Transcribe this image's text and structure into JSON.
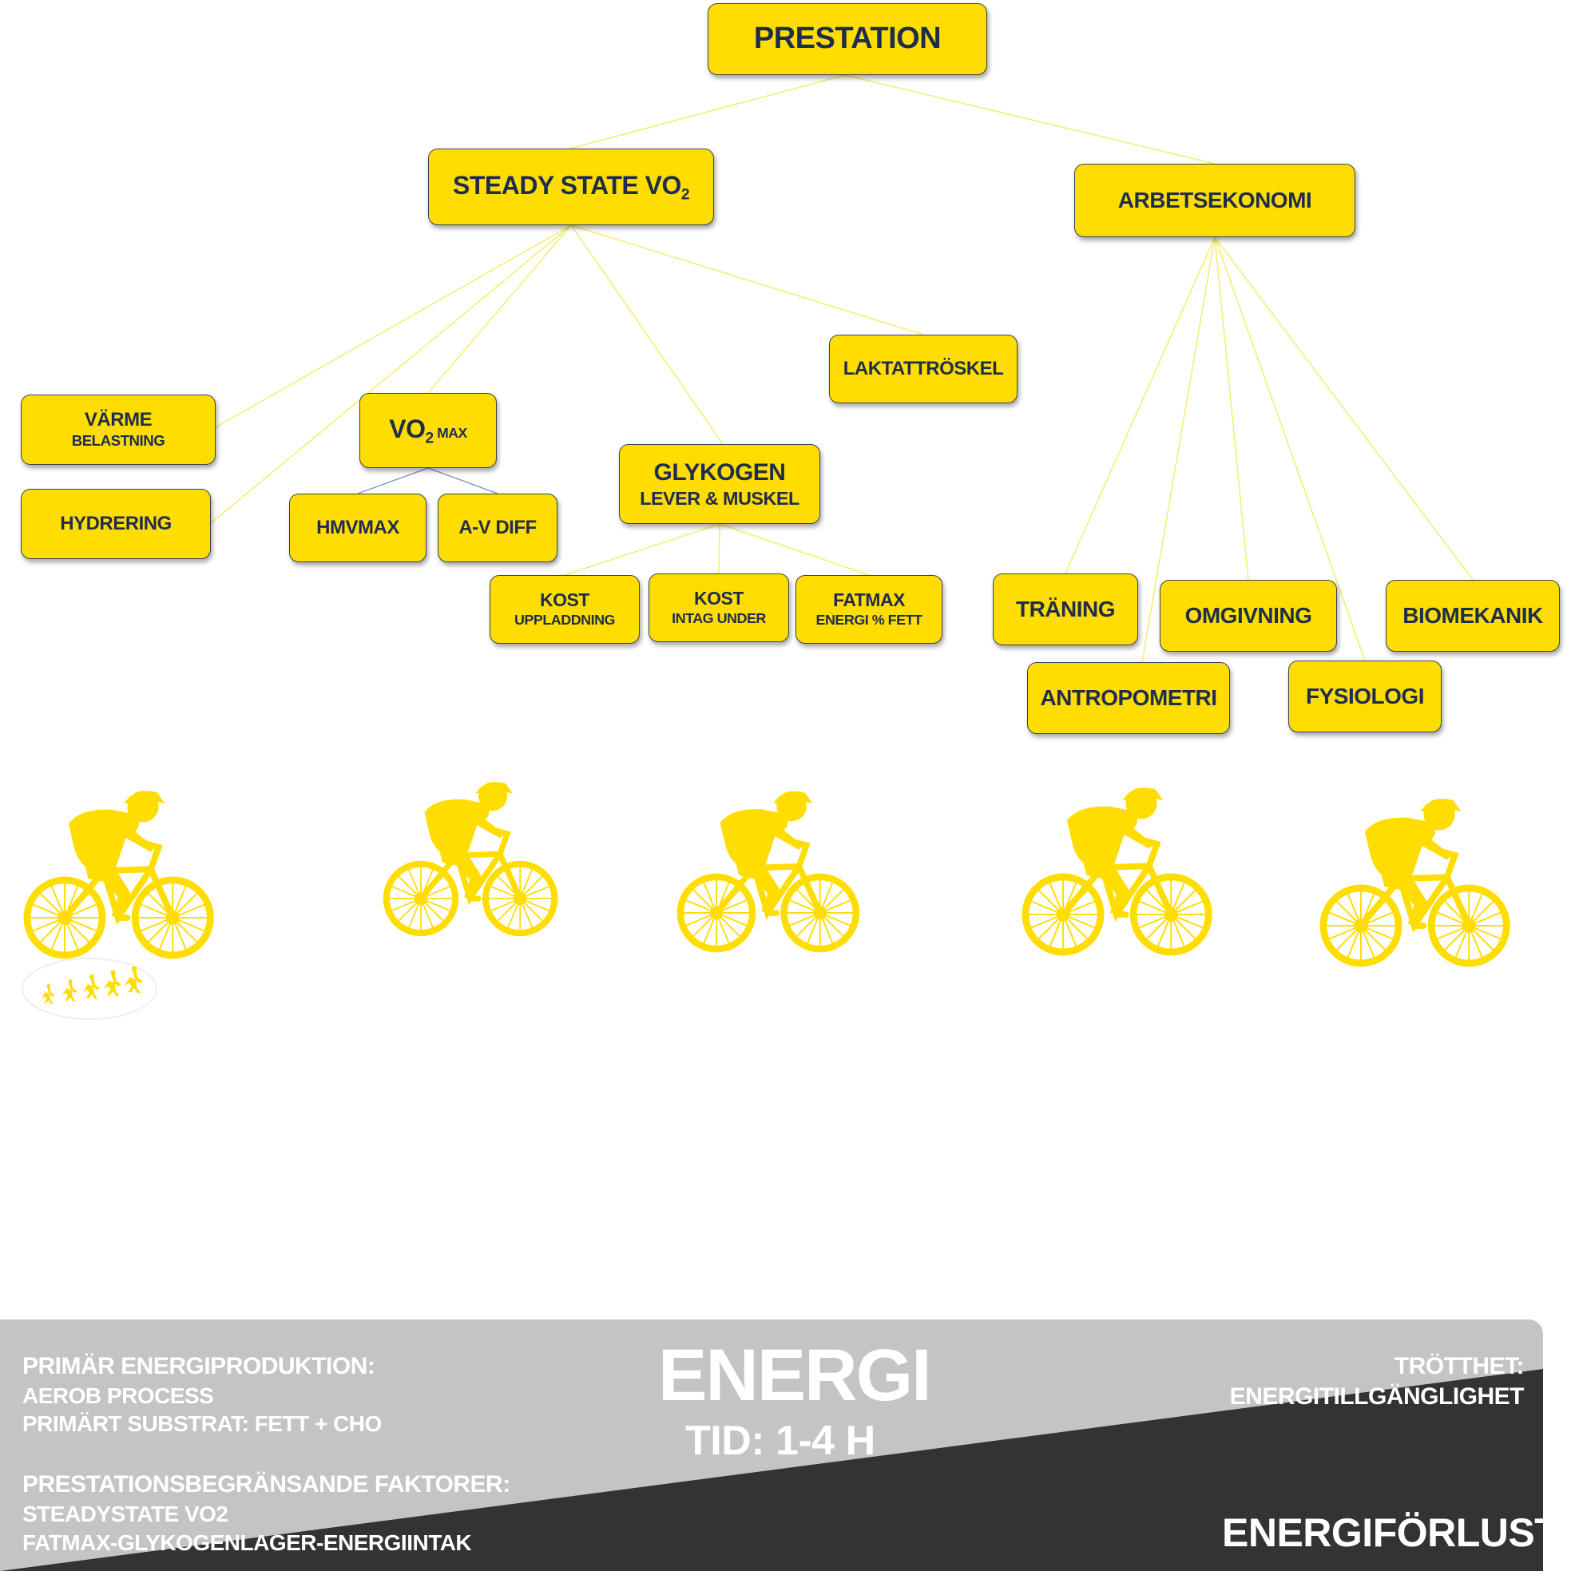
{
  "nodes": [
    {
      "id": "prestation",
      "line1": "PRESTATION"
    },
    {
      "id": "steady",
      "line1": "STEADY STATE VO",
      "sub": "2"
    },
    {
      "id": "arbetsekonomi",
      "line1": "ARBETSEKONOMI"
    },
    {
      "id": "laktat",
      "line1": "LAKTATTRÖSKEL"
    },
    {
      "id": "varme",
      "line1": "VÄRME",
      "line2": "BELASTNING"
    },
    {
      "id": "hydrering",
      "line1": "HYDRERING"
    },
    {
      "id": "vo2max",
      "line1": "VO",
      "sub": "2",
      "small": " MAX"
    },
    {
      "id": "hmvmax",
      "line1": "HMVMAX"
    },
    {
      "id": "avdiff",
      "line1": "A-V DIFF"
    },
    {
      "id": "glykogen",
      "line1": "GLYKOGEN",
      "line2": "LEVER & MUSKEL"
    },
    {
      "id": "kost1",
      "line1": "KOST",
      "line2": "UPPLADDNING"
    },
    {
      "id": "kost2",
      "line1": "KOST",
      "line2": "INTAG UNDER"
    },
    {
      "id": "fatmax",
      "line1": "FATMAX",
      "line2": "ENERGI % FETT"
    },
    {
      "id": "traning",
      "line1": "TRÄNING"
    },
    {
      "id": "omgivning",
      "line1": "OMGIVNING"
    },
    {
      "id": "biomekanik",
      "line1": "BIOMEKANIK"
    },
    {
      "id": "antropometri",
      "line1": "ANTROPOMETRI"
    },
    {
      "id": "fysiologi",
      "line1": "FYSIOLOGI"
    }
  ],
  "colors": {
    "node_fill": "#FFDD00",
    "node_text": "#1f2d4d",
    "rider": "#FFDD00",
    "panel_light": "#c4c4c4",
    "panel_dark": "#333333",
    "panel_text": "#ffffff",
    "link_yellow": "#f2ee6a",
    "link_blue": "#7a8fbf"
  },
  "panel": {
    "left_heading": "PRIMÄR ENERGIPRODUKTION:",
    "left_line1": "AEROB PROCESS",
    "left_line2": "PRIMÄRT SUBSTRAT: FETT + CHO",
    "left_heading2": "PRESTATIONSBEGRÄNSANDE FAKTORER:",
    "left_line3": "STEADYSTATE VO2",
    "left_line4": "FATMAX-GLYKOGENLAGER-ENERGIINTAK",
    "center_title": "ENERGI",
    "center_sub": "TID: 1-4 H",
    "right_heading": "TRÖTTHET:",
    "right_line1": "ENERGITILLGÄNGLIGHET",
    "right_bottom": "ENERGIFÖRLUST"
  }
}
